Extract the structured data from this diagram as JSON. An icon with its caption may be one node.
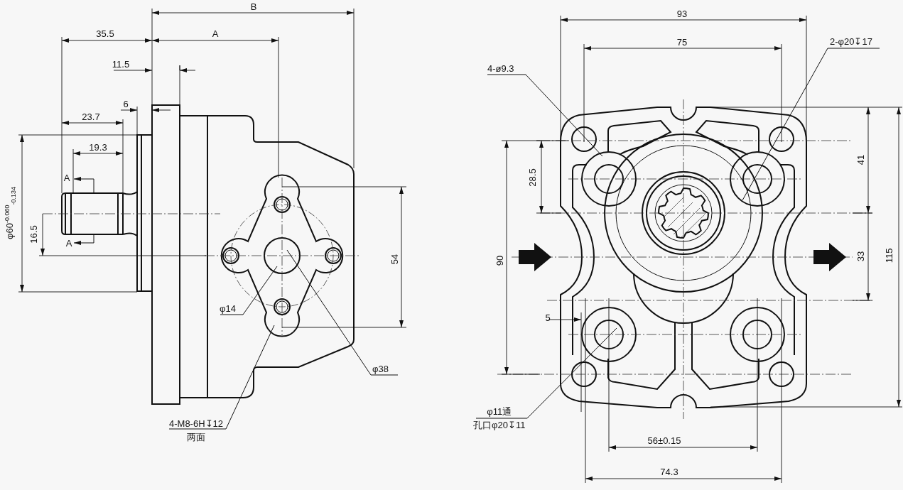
{
  "diagram": {
    "nodes": [
      {
        "text": [
          "φ14"
        ]
      },
      {
        "text": [
          "φ38"
        ]
      },
      {
        "text": [
          "4-M8-6H↧12",
          "两面"
        ]
      },
      {
        "text": [
          "4-ø9.3"
        ]
      },
      {
        "text": [
          "2-φ20↧17"
        ]
      },
      {
        "text": [
          "φ11通",
          "孔口φ20↧11"
        ]
      }
    ],
    "edges": [
      {
        "from": 0,
        "to": null,
        "arrow": "none"
      },
      {
        "from": 1,
        "to": null,
        "arrow": "none"
      },
      {
        "from": 2,
        "to": null,
        "arrow": "none"
      },
      {
        "from": 3,
        "to": null,
        "arrow": "none"
      },
      {
        "from": 4,
        "to": null,
        "arrow": "none"
      },
      {
        "from": 5,
        "to": null,
        "arrow": "none"
      }
    ],
    "labels": [
      "B",
      "35.5",
      "A",
      "11.5",
      "6",
      "23.7",
      "19.3",
      "A",
      "φ60$^{-0.060}$$_{-0.134}$",
      "16.5",
      "A",
      "54",
      "93",
      "75",
      "28.5",
      "41",
      "90",
      "33",
      "115",
      "5",
      "56±0.15",
      "74.3"
    ]
  }
}
